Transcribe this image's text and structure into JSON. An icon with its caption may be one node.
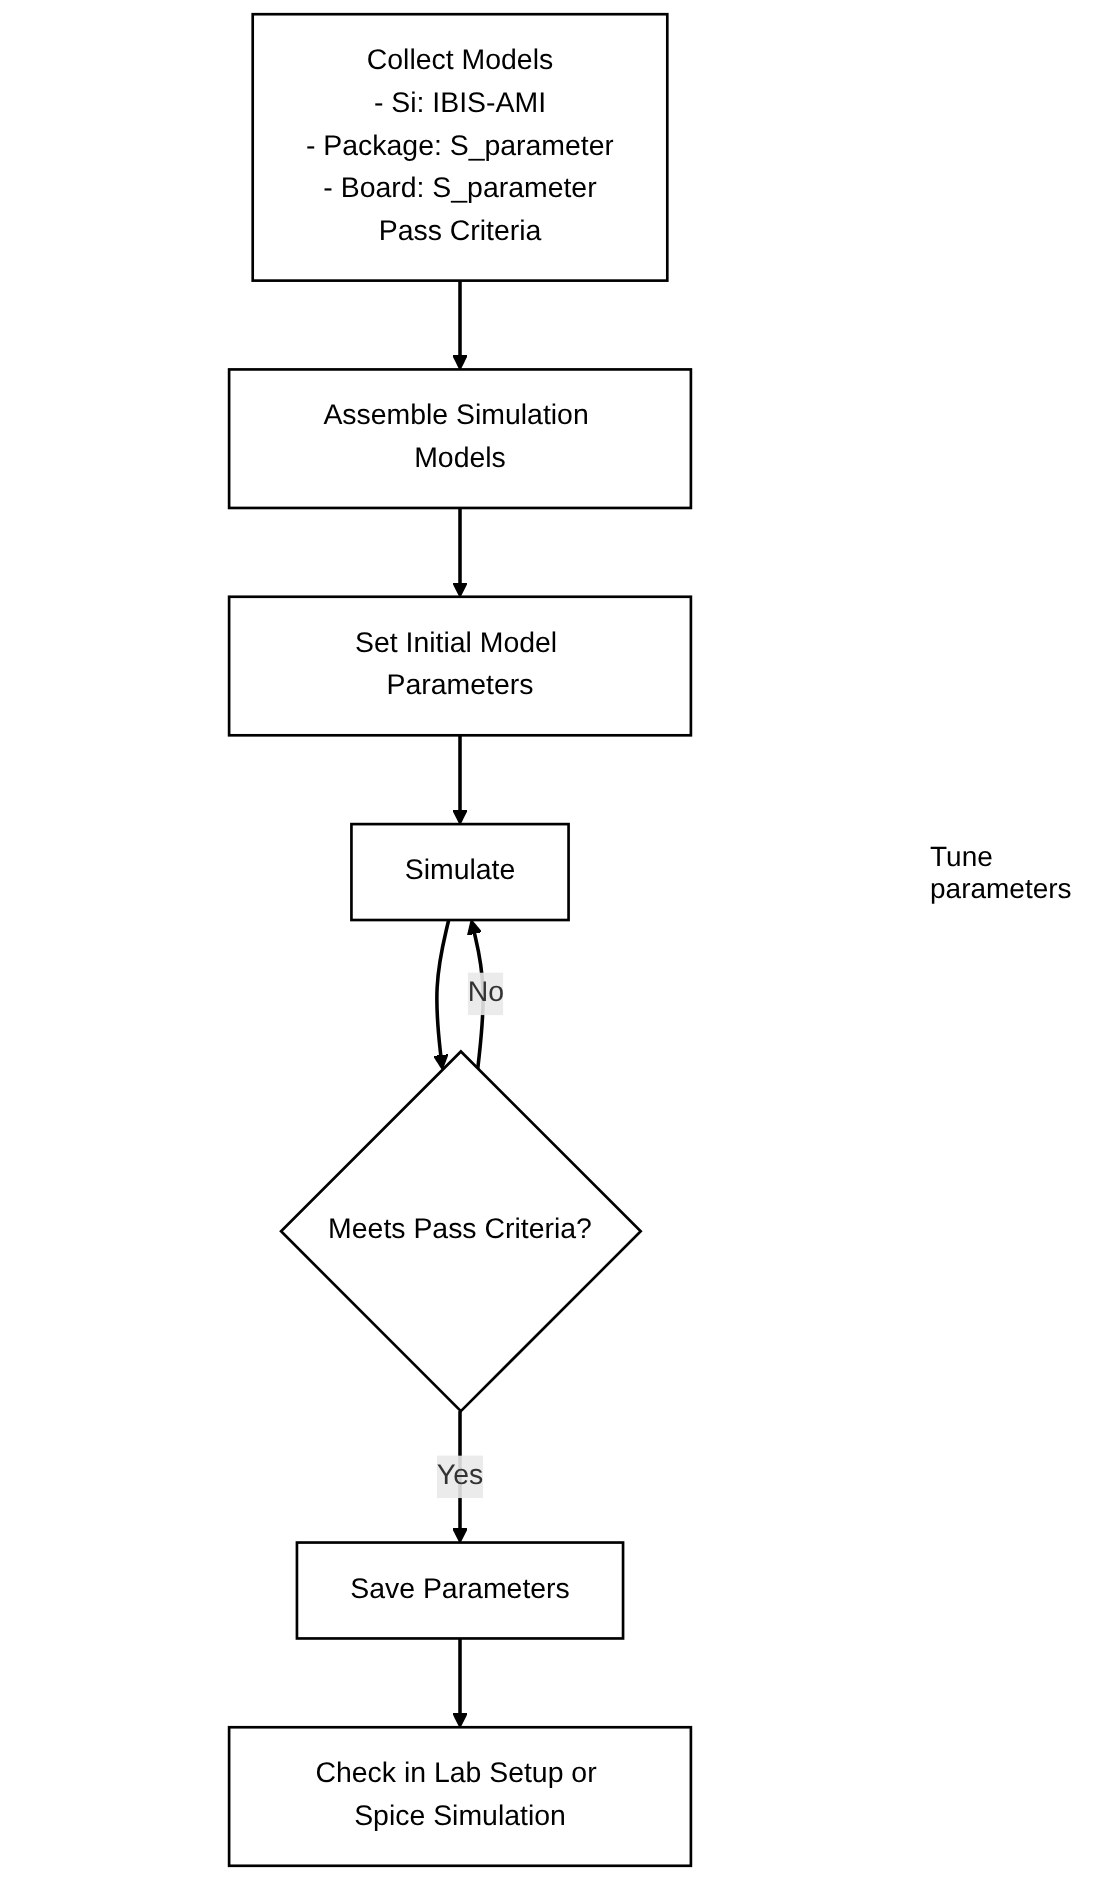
{
  "diagram": {
    "nodes": [
      {
        "text": [
          "Collect Models",
          "- Si: IBIS-AMI",
          "- Package: S_parameter",
          "- Board: S_parameter",
          "Pass Criteria"
        ]
      },
      {
        "text": [
          "Assemble Simulation Models"
        ]
      },
      {
        "text": [
          "Set Initial Model Parameters"
        ]
      },
      {
        "text": [
          "Simulate"
        ]
      },
      {
        "text": [
          "Meets Pass Criteria?"
        ]
      },
      {
        "text": [
          "Save Parameters"
        ]
      },
      {
        "text": [
          "Check in Lab Setup or Spice Simulation"
        ]
      }
    ],
    "edges": [
      {
        "from": 0,
        "to": 1,
        "arrow": "to"
      },
      {
        "from": 1,
        "to": 2,
        "arrow": "to"
      },
      {
        "from": 2,
        "to": 3,
        "arrow": "to"
      },
      {
        "from": 3,
        "to": 4,
        "arrow": "to"
      },
      {
        "from": 4,
        "to": 3,
        "arrow": "to",
        "label": "No"
      },
      {
        "from": 4,
        "to": 5,
        "arrow": "to",
        "label": "Yes"
      },
      {
        "from": 5,
        "to": 6,
        "arrow": "to"
      }
    ],
    "labels": [
      "Tune parameters"
    ]
  }
}
